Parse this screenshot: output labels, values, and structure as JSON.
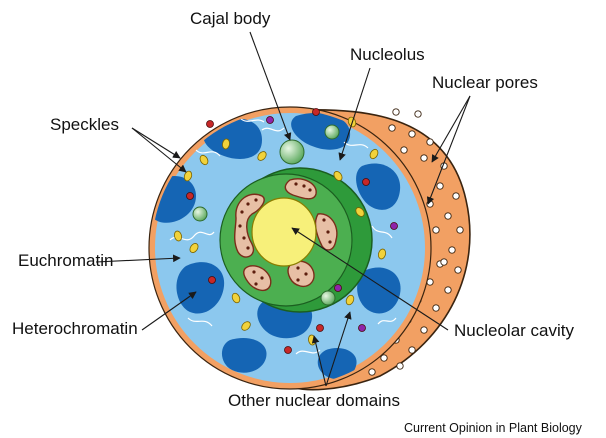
{
  "labels": {
    "cajal_body": "Cajal body",
    "nucleolus": "Nucleolus",
    "nuclear_pores": "Nuclear pores",
    "speckles": "Speckles",
    "euchromatin": "Euchromatin",
    "heterochromatin": "Heterochromatin",
    "nucleolar_cavity": "Nucleolar cavity",
    "other_nuclear_domains": "Other nuclear domains"
  },
  "credit": "Current Opinion in Plant Biology",
  "colors": {
    "nucleoplasm": "#8cc8ee",
    "heterochromatin": "#1565b4",
    "envelope": "#f2a063",
    "envelope_outline": "#3a2410",
    "nucleolus_outer": "#2e9a3a",
    "nucleolus_inner": "#4caf50",
    "nucleolar_granules": "#e7bfa5",
    "nucleolar_cavity": "#f7f07a",
    "cajal_body": "#7cbf7a",
    "speckles": "#f1d23b",
    "other_domains": "#c62828"
  }
}
